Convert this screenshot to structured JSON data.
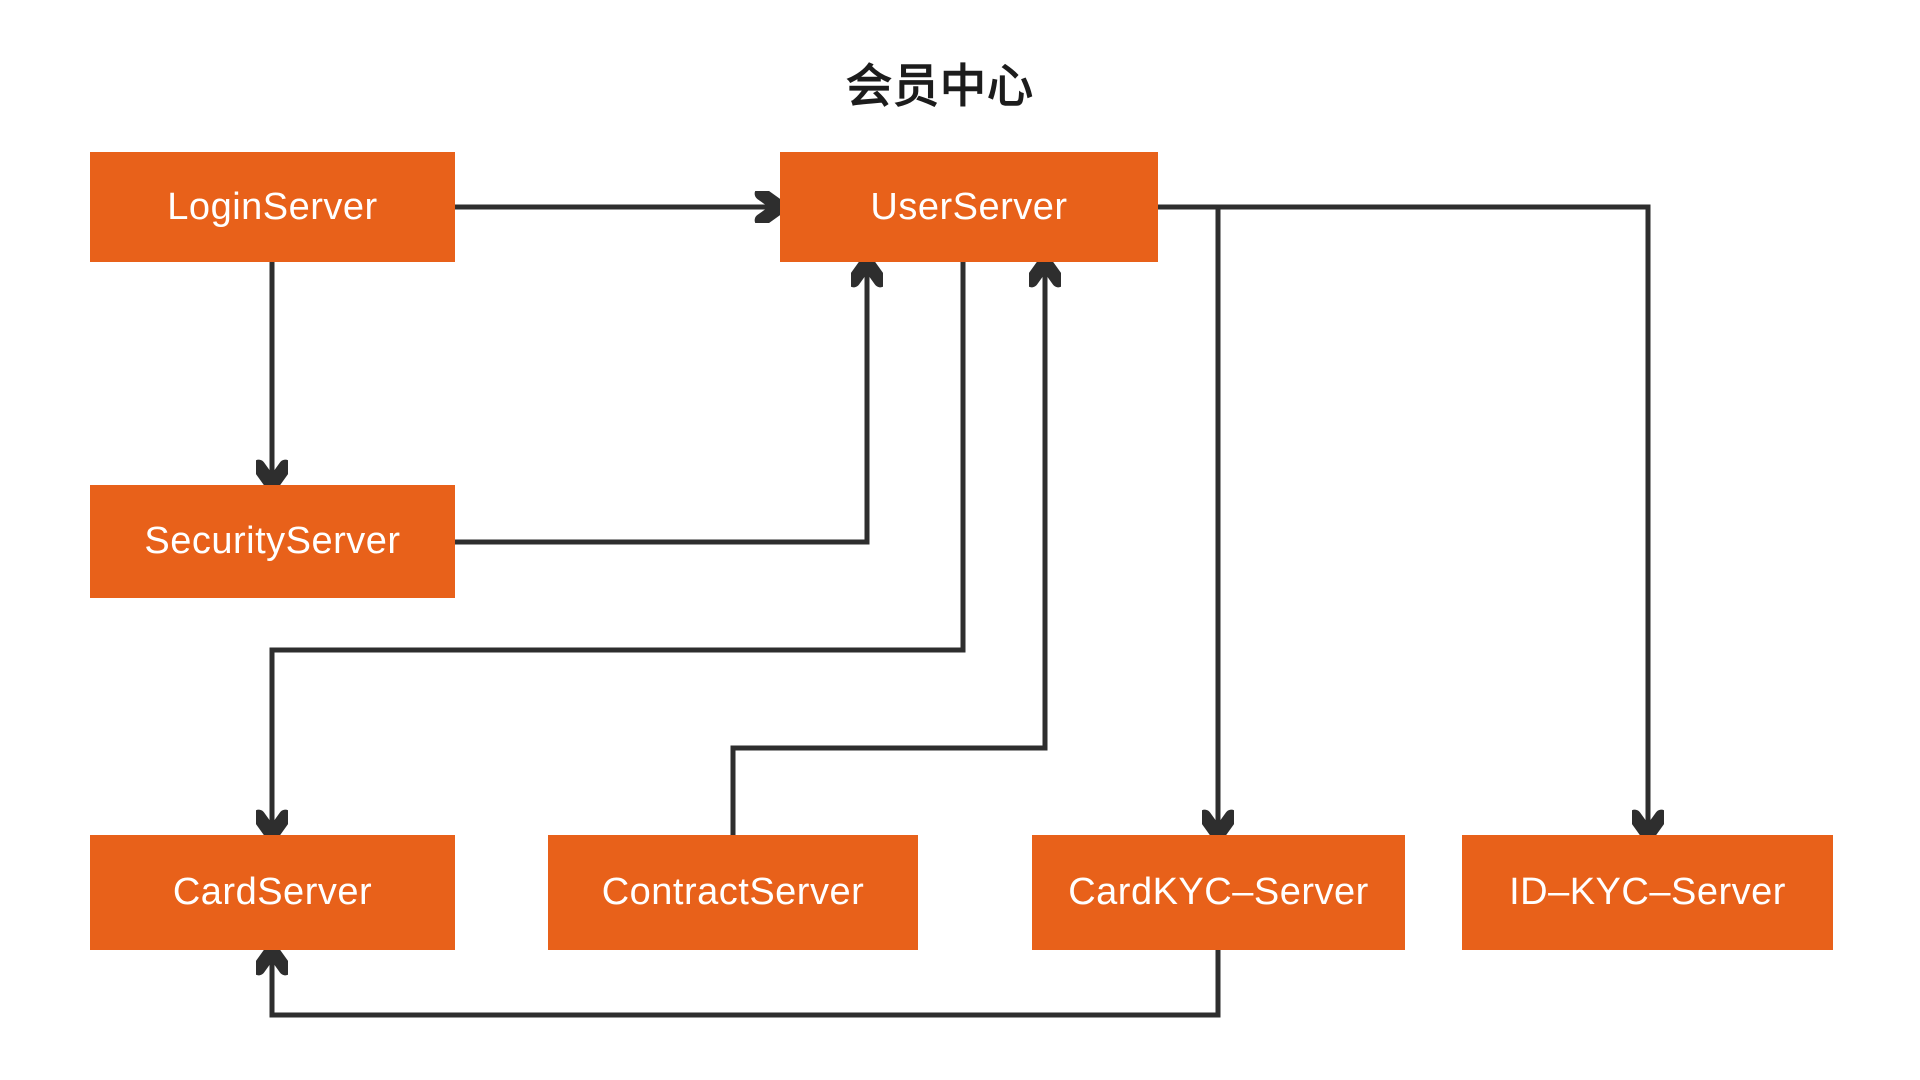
{
  "title": "会员中心",
  "colors": {
    "node_fill": "#E8611A",
    "node_text": "#FFFFFF",
    "edge": "#2E2E2E",
    "title_text": "#1C1C1C",
    "background": "#FFFFFF"
  },
  "nodes": {
    "login": {
      "label": "LoginServer"
    },
    "user": {
      "label": "UserServer"
    },
    "security": {
      "label": "SecurityServer"
    },
    "card": {
      "label": "CardServer"
    },
    "contract": {
      "label": "ContractServer"
    },
    "cardkyc": {
      "label": "CardKYC–Server"
    },
    "idkyc": {
      "label": "ID–KYC–Server"
    }
  },
  "edges": [
    {
      "from": "LoginServer",
      "to": "UserServer"
    },
    {
      "from": "LoginServer",
      "to": "SecurityServer"
    },
    {
      "from": "SecurityServer",
      "to": "UserServer"
    },
    {
      "from": "UserServer",
      "to": "CardServer"
    },
    {
      "from": "ContractServer",
      "to": "UserServer"
    },
    {
      "from": "UserServer",
      "to": "CardKYC–Server"
    },
    {
      "from": "UserServer",
      "to": "ID–KYC–Server"
    },
    {
      "from": "CardKYC–Server",
      "to": "CardServer"
    }
  ]
}
